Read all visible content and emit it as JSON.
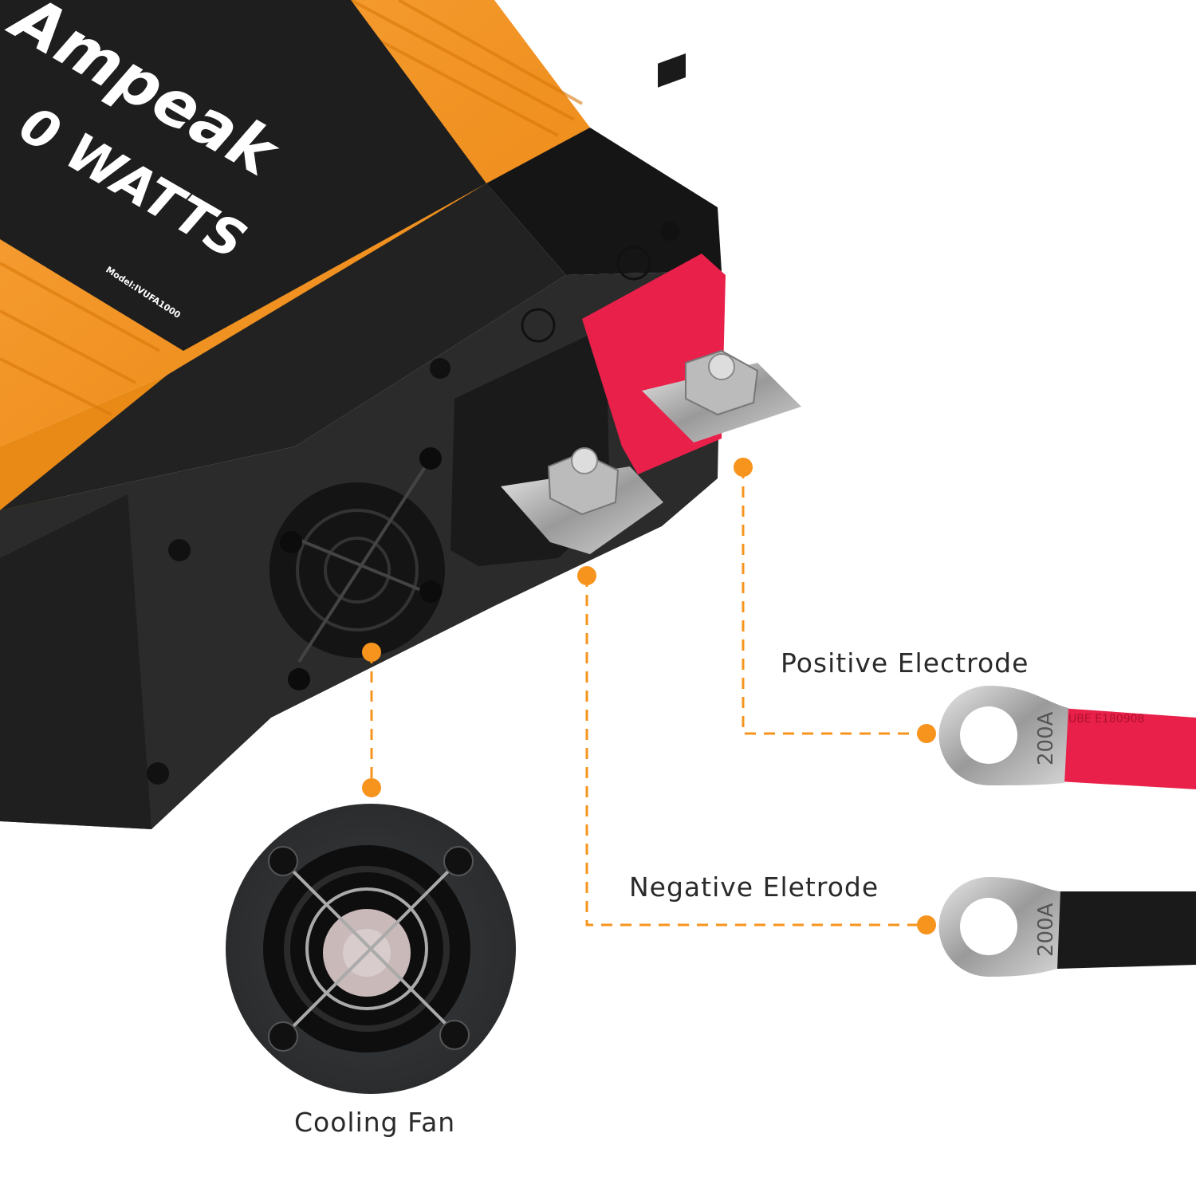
{
  "product": {
    "brand": "Ampeak",
    "wattage_text": "0 WATTS",
    "model": "Model:IVUFA1000",
    "body_color": "#f7941d",
    "housing_color": "#1c1c1c",
    "terminal_cover_color": "#e8204a"
  },
  "callouts": {
    "accent_color": "#f7941d",
    "positive": {
      "label": "Positive Electrode"
    },
    "negative": {
      "label": "Negative Eletrode"
    },
    "fan": {
      "label": "Cooling Fan"
    }
  },
  "cables": {
    "positive": {
      "lug_rating": "200A",
      "sleeve_text": "UBE  E180908",
      "color": "#e8204a"
    },
    "negative": {
      "lug_rating": "200A",
      "color": "#1a1a1a"
    }
  }
}
